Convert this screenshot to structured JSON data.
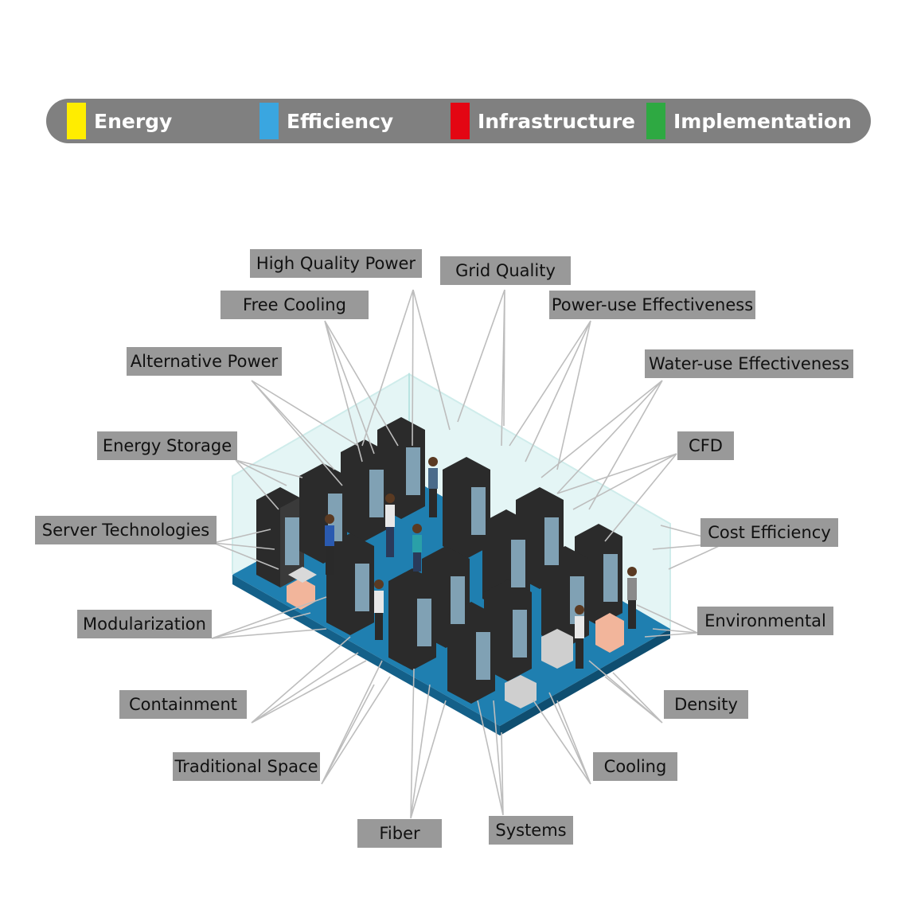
{
  "legend": [
    {
      "label": "Energy",
      "color": "#ffed00"
    },
    {
      "label": "Efficiency",
      "color": "#3aa6e0"
    },
    {
      "label": "Infrastructure",
      "color": "#e30613"
    },
    {
      "label": "Implementation",
      "color": "#2ea942"
    }
  ],
  "labels": {
    "high_quality_power": "High Quality Power",
    "grid_quality": "Grid Quality",
    "free_cooling": "Free Cooling",
    "power_use_effectiveness": "Power-use Effectiveness",
    "alternative_power": "Alternative Power",
    "water_use_effectiveness": "Water-use Effectiveness",
    "energy_storage": "Energy Storage",
    "cfd": "CFD",
    "server_technologies": "Server Technologies",
    "cost_efficiency": "Cost Efficiency",
    "modularization": "Modularization",
    "environmental": "Environmental",
    "containment": "Containment",
    "density": "Density",
    "traditional_space": "Traditional Space",
    "cooling": "Cooling",
    "fiber": "Fiber",
    "systems": "Systems"
  },
  "colors": {
    "tag_background": "#999999",
    "connector_line": "#bdbdbd",
    "floor_top": "#1f7fb0",
    "floor_side": "#146089",
    "glass": "#bfe8e6",
    "rack": "#2b2b2b",
    "legend_bar": "#808080"
  }
}
